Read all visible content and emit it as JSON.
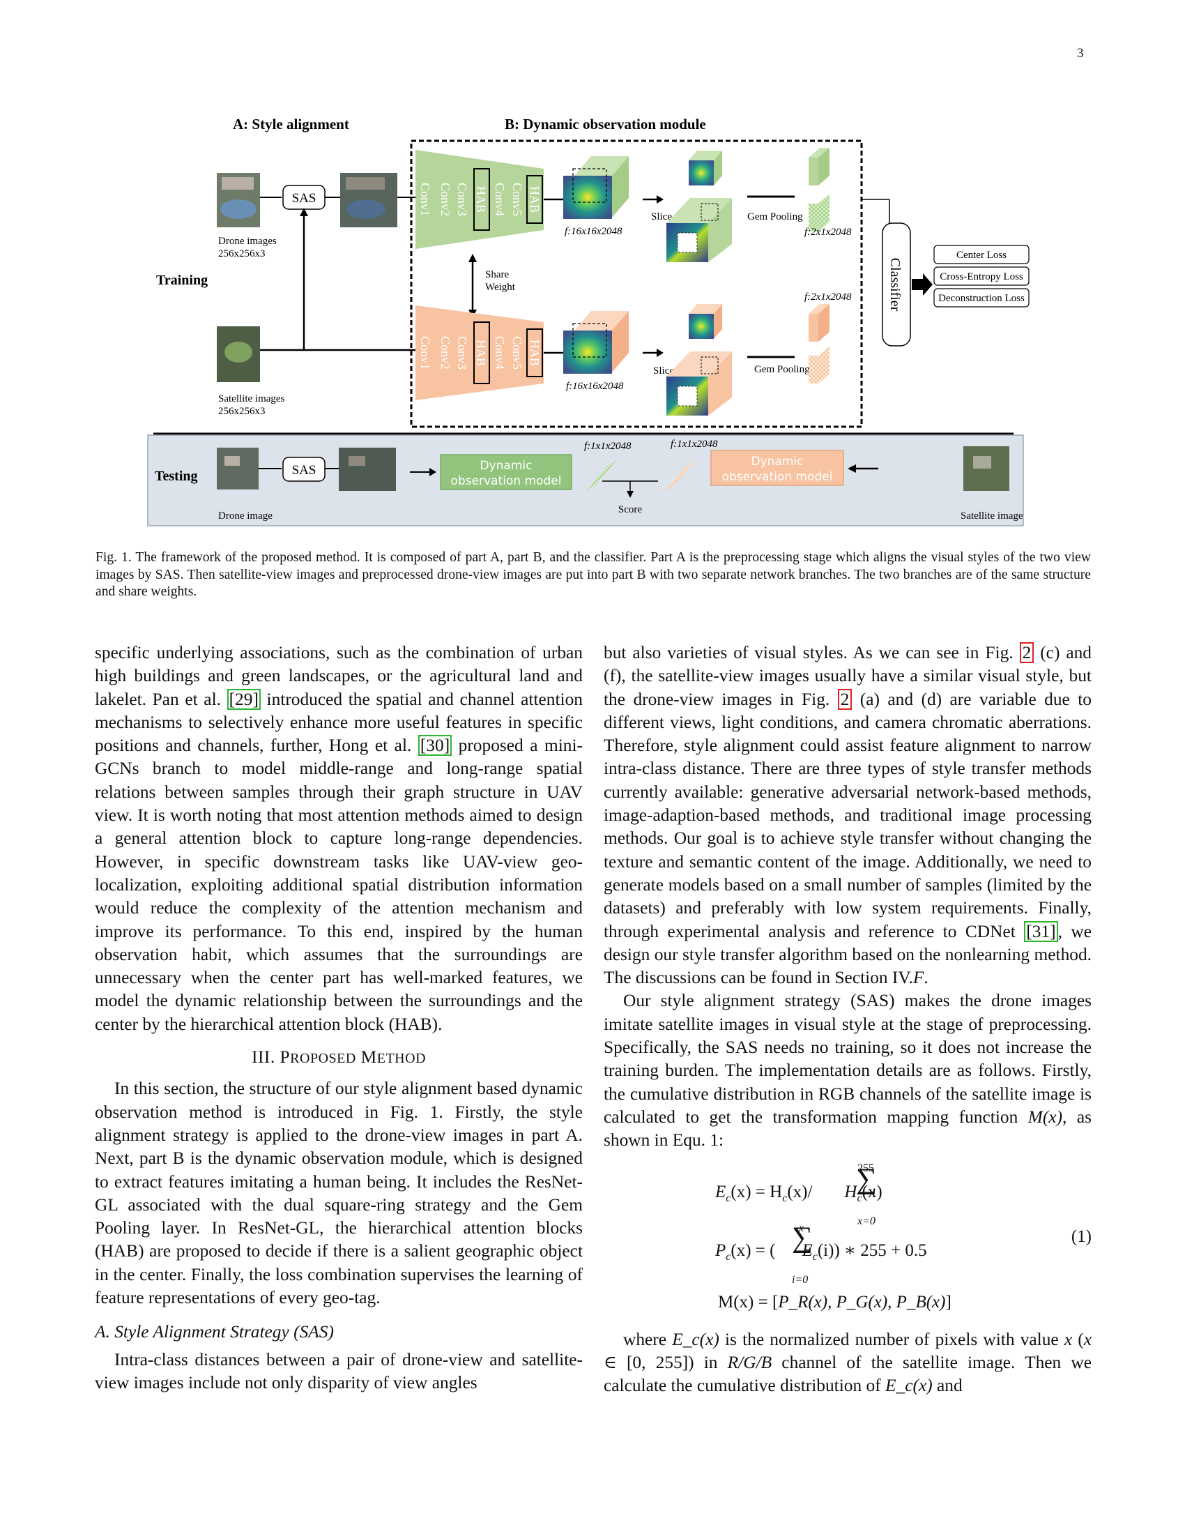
{
  "page_number": "3",
  "figure": {
    "part_a_title": "A: Style alignment",
    "part_b_title": "B: Dynamic observation module",
    "training_label": "Training",
    "testing_label": "Testing",
    "sas_label": "SAS",
    "drone_images_label": "Drone images",
    "drone_images_size": "256x256x3",
    "satellite_images_label": "Satellite  images",
    "satellite_images_size": "256x256x3",
    "conv_layers": [
      "Conv1",
      "Conv2",
      "Conv3",
      "HAB",
      "Conv4",
      "Conv5",
      "HAB"
    ],
    "share_weight": [
      "Share",
      "Weight"
    ],
    "feature_16": "f:16x16x2048",
    "slice_label": "Slice",
    "gem_pooling_label": "Gem Pooling",
    "feature_2": "f:2x1x2048",
    "classifier_label": "Classifier",
    "losses": [
      "Center Loss",
      "Cross-Entropy Loss",
      "Deconstruction Loss"
    ],
    "dynamic_model": [
      "Dynamic",
      "observation model"
    ],
    "feature_1": "f:1x1x2048",
    "score_label": "Score",
    "drone_image_label": "Drone image",
    "satellite_image_label": "Satellite  image"
  },
  "caption": "Fig. 1.  The framework of the proposed method. It is composed of part A, part B, and the classifier. Part A is the preprocessing stage which aligns the visual styles of the two view images by SAS. Then satellite-view images and preprocessed drone-view images are put into part B with two separate network branches. The two branches are of the same structure and share weights.",
  "left": {
    "p1a": "specific underlying associations, such as the combination of urban high buildings and green landscapes, or the agricultural land and lakelet. Pan et al. ",
    "c29": "[29]",
    "p1b": " introduced the spatial and channel attention mechanisms to selectively enhance more useful features in specific positions and channels, further, Hong et al. ",
    "c30": "[30]",
    "p1c": " proposed a mini-GCNs branch to model middle-range and long-range spatial relations between samples through their graph structure in UAV view. It is worth noting that most attention methods aimed to design a general attention block to capture long-range dependencies. However, in specific downstream tasks like UAV-view geo-localization, exploiting additional spatial distribution information would reduce the complexity of the attention mechanism and improve its performance. To this end, inspired by the human observation habit, which assumes that the surroundings are unnecessary when the center part has well-marked features, we model the dynamic relationship between the surroundings and the center by the hierarchical attention block (HAB).",
    "sec_num": "III. ",
    "sec_p": "P",
    "sec_roposed": "ROPOSED",
    "sec_m": " M",
    "sec_ethod": "ETHOD",
    "p2": "In this section, the structure of our style alignment based dynamic observation method is introduced in Fig. 1. Firstly, the style alignment strategy is applied to the drone-view images in part A. Next, part B is the dynamic observation module, which is designed to extract features imitating a human being. It includes the ResNet-GL associated with the dual square-ring strategy and the Gem Pooling layer. In ResNet-GL, the hierarchical attention blocks (HAB) are proposed to decide if there is a salient geographic object in the center. Finally, the loss combination supervises the learning of feature representations of every geo-tag.",
    "subsec": "A.  Style Alignment Strategy (SAS)",
    "p3": "Intra-class distances between a pair of drone-view and satellite-view images include not only disparity of view angles"
  },
  "right": {
    "p1a": "but also varieties of visual styles. As we can see in Fig. ",
    "r2a": "2",
    "p1b": " (c) and (f), the satellite-view images usually have a similar visual style, but the drone-view images in Fig. ",
    "r2b": "2",
    "p1c": " (a) and (d) are variable due to different views, light conditions, and camera chromatic aberrations. Therefore, style alignment could assist feature alignment to narrow intra-class distance. There are three types of style transfer methods currently available: generative adversarial network-based methods, image-adaption-based methods, and traditional image processing methods. Our goal is to achieve style transfer without changing the texture and semantic content of the image. Additionally, we need to generate models based on a small number of samples (limited by the datasets) and preferably with low system requirements. Finally, through experimental analysis and reference to CDNet ",
    "c31": "[31]",
    "p1d": ", we design our style transfer algorithm based on the nonlearning method. The discussions can be found in Section IV.",
    "p1f": "F",
    "p1e": ".",
    "p2a": "Our style alignment strategy (SAS) makes the drone images imitate satellite images in visual style at the stage of preprocessing. Specifically, the SAS needs no training, so it does not increase the training burden. The implementation details are as follows. Firstly, the cumulative distribution in RGB channels of the satellite image is calculated to get the transformation mapping function ",
    "p2m": "M(x)",
    "p2b": ", as shown in Equ. 1:",
    "eq1_lhs": "E",
    "eq1_text": "(x) = H",
    "eq1_mid": "(x)/",
    "eq1_rhs": "H",
    "eq1_end": "(x)",
    "eq_sub_c": "c",
    "eq1_top": "255",
    "eq1_bot": "x=0",
    "eq2_lhs": "P",
    "eq2_text": "(x) = (",
    "eq2_mid": "E",
    "eq2_end": "(i)) ∗ 255 + 0.5",
    "eq2_top": "x",
    "eq2_bot": "i=0",
    "eq3_text": "M(x) = [",
    "eq3_terms": "P_R(x), P_G(x), P_B(x)",
    "eq3_end": "]",
    "eq_number": "(1)",
    "p3a": "where ",
    "p3b": " is the normalized number of pixels with value ",
    "p3c": " (",
    "p3d": " ∈ [0, 255]) in ",
    "p3e": "R/G/B",
    "p3f": " channel of the satellite image. Then we calculate the cumulative distribution of ",
    "p3g": " and",
    "var_ec": "E_c(x)",
    "var_x": "x"
  }
}
